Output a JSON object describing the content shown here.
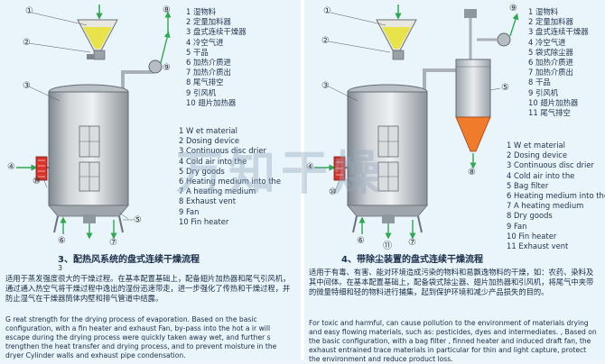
{
  "left": {
    "labels_cn": [
      "1 湿物料",
      "2 定量加料器",
      "3 盘式连续干燥器",
      "4 冷空气进",
      "5 干品",
      "6 加热介质进",
      "7 加热介质出",
      "8 尾气排空",
      "9 引风机",
      "10 翅片加热器"
    ],
    "labels_en": [
      "1 W et material",
      "2 Dosing device",
      "3 Continuous disc drier",
      "4 Cold air into the",
      "5 Dry goods",
      "6 Heating medium into the",
      "7 A heating medium",
      "8 Exhaust vent",
      "9 Fan",
      "10 Fin heater"
    ],
    "caption": "3、配热风系统的盘式连续干燥流程",
    "caption_num": "3",
    "desc_cn": "适用于蒸发强度很大的干燥过程。在基本配置基础上，配备翅片加热器和尾气引风机，通过通入热空气将干燥过程中逸出的湿份迅速带走，进一步强化了传热和干燥过程，并防止湿气在干燥器筒体内壁和排气管道中结露。",
    "desc_en": "G reat strength for the drying process of evaporation. Based on the basic configuration, with a fin heater and exhaust Fan, by-pass into the hot a ir will escape during the drying process were quickly taken away wet, and further s trengthen the heat transfer and drying process, and to prevent moisture in the dryer Cylinder walls and exhaust pipe condensation.",
    "callouts": [
      "①",
      "②",
      "③",
      "④",
      "⑤",
      "⑥",
      "⑦",
      "⑧",
      "⑨",
      "⑩"
    ]
  },
  "right": {
    "labels_cn": [
      "1 湿物料",
      "2 定量加料器",
      "3 盘式连续干燥器",
      "4 冷空气进",
      "5 袋式除尘器",
      "6 加热介质进",
      "7 加热介质出",
      "8 干品",
      "9 引风机",
      "10 翅片加热器",
      "11 尾气排空"
    ],
    "labels_en": [
      "1 W et material",
      "2 Dosing device",
      "3 Continuous disc drier",
      "4 Cold air into the",
      "5 Bag filter",
      "6 Heating medium into the",
      "7 A heating medium",
      "8 Dry goods",
      "9 Fan",
      "10 Fin heater",
      "11 Exhaust vent"
    ],
    "caption": "4、带除尘装置的盘式连续干燥流程",
    "desc_cn": "适用于有毒、有害、能对环境造成污染的物料和易飘逸物料的干燥，如：农药、染料及其中间体。在基本配置基础上，配备袋式除尘器、翅片加热器和引风机，将尾气中夹带的微量特细和轻的物料进行捕集，起到保护环境和减少产品损失的目的。",
    "desc_en": "For toxic and harmful, can cause pollution to the environment of materials drying and easy flowing materials, such as: pesticides, dyes and intermediates. , Based on the basic configuration, with a bag filter , finned heater and induced draft fan, the exhaust entrained trace materials in particular for thin and light capture, protect the environment and reduce product loss.",
    "callouts": [
      "①",
      "②",
      "③",
      "④",
      "⑤",
      "⑥",
      "⑦",
      "⑧",
      "⑨",
      "⑩",
      "⑪"
    ]
  },
  "watermark": "万知干燥",
  "colors": {
    "vessel": "#c9ced3",
    "vessel_dark": "#8f979e",
    "hopper_yellow": "#e8e23a",
    "arrow_green": "#2fa84f",
    "heater_red": "#d9332a",
    "filter_orange": "#f07b2a"
  }
}
